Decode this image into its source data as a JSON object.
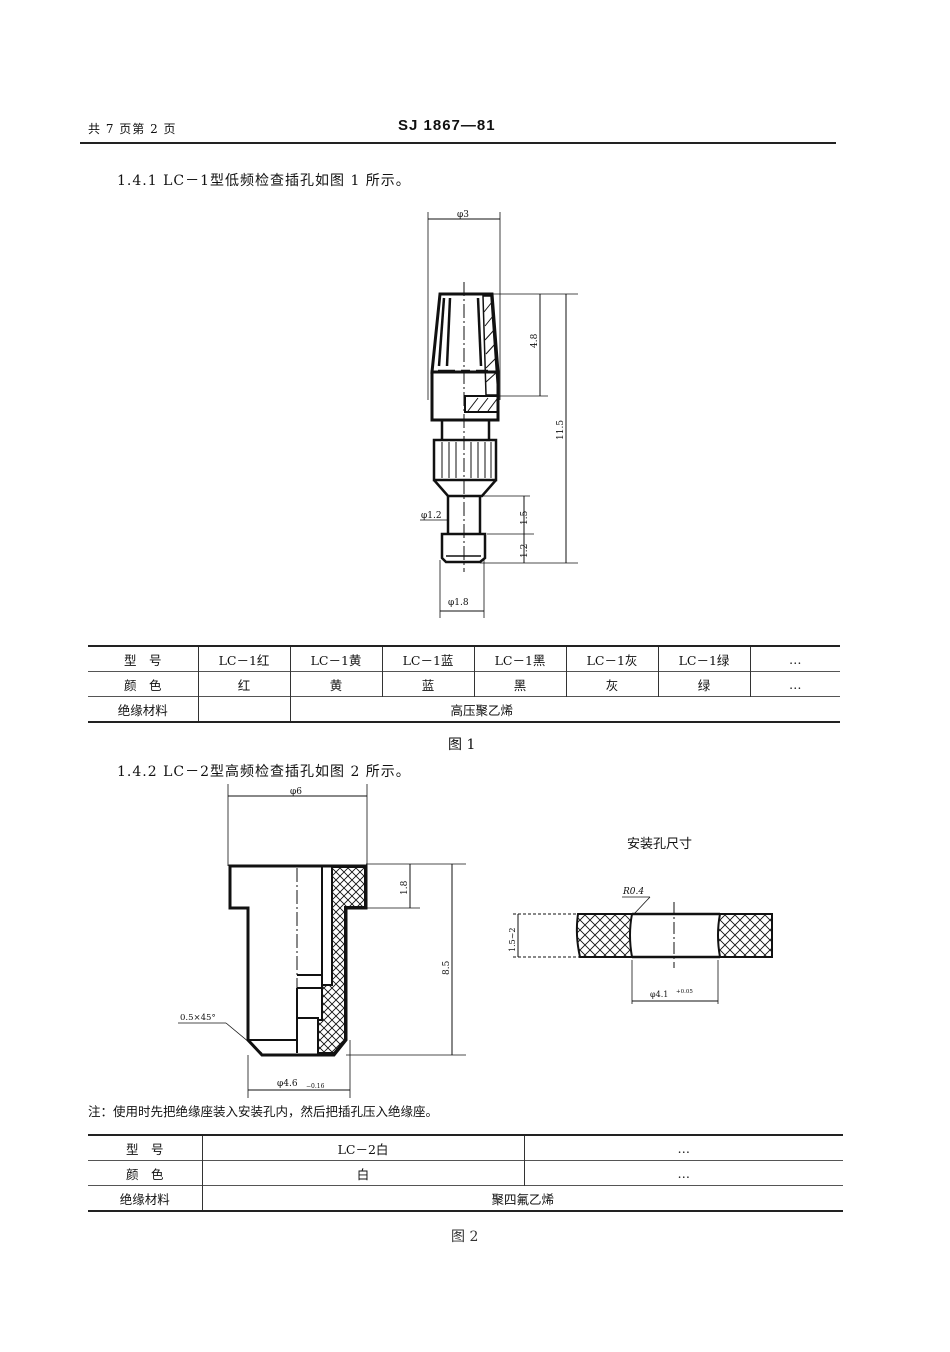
{
  "header": {
    "page_info": "共 7 页第 2 页",
    "standard_code": "SJ 1867—81"
  },
  "section_1": {
    "heading": "1.4.1 LC－1型低频检查插孔如图 1 所示。",
    "figure": {
      "dimensions": {
        "top_diameter": "φ3",
        "head_length": "4.8",
        "total_length": "11.5",
        "neck_diameter": "φ1.2",
        "neck_length": "1.5",
        "tip_length": "1.2",
        "tip_diameter": "φ1.8"
      }
    },
    "table": {
      "row_labels": [
        "型　号",
        "颜　色",
        "绝缘材料"
      ],
      "models": [
        "LC－1红",
        "LC－1黄",
        "LC－1蓝",
        "LC－1黑",
        "LC－1灰",
        "LC－1绿",
        "…"
      ],
      "colors": [
        "红",
        "黄",
        "蓝",
        "黑",
        "灰",
        "绿",
        "…"
      ],
      "insulation_material": "高压聚乙烯"
    },
    "caption": "图 1"
  },
  "section_2": {
    "heading": "1.4.2 LC－2型高频检查插孔如图 2 所示。",
    "figure": {
      "dimensions": {
        "top_diameter": "φ6",
        "flange_height": "1.8",
        "total_height": "8.5",
        "chamfer": "0.5×45°",
        "body_diameter": "φ4.6",
        "body_tolerance": "−0.16"
      },
      "mounting_hole": {
        "title": "安装孔尺寸",
        "radius": "R0.4",
        "thickness": "1.5~2",
        "hole_diameter": "φ4.1",
        "hole_tolerance": "+0.05"
      }
    },
    "note": "注：使用时先把绝缘座装入安装孔内，然后把插孔压入绝缘座。",
    "table": {
      "row_labels": [
        "型　号",
        "颜　色",
        "绝缘材料"
      ],
      "models": [
        "LC－2白",
        "…"
      ],
      "colors": [
        "白",
        "…"
      ],
      "insulation_material": "聚四氟乙烯"
    },
    "caption": "图 2"
  }
}
